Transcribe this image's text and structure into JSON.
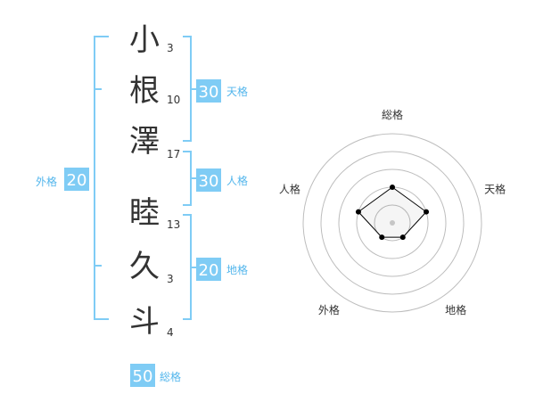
{
  "name_chars": [
    {
      "char": "小",
      "strokes": "3"
    },
    {
      "char": "根",
      "strokes": "10"
    },
    {
      "char": "澤",
      "strokes": "17"
    },
    {
      "char": "睦",
      "strokes": "13"
    },
    {
      "char": "久",
      "strokes": "3"
    },
    {
      "char": "斗",
      "strokes": "4"
    }
  ],
  "fortunes": {
    "tenkaku": {
      "value": "30",
      "label": "天格"
    },
    "jinkaku": {
      "value": "30",
      "label": "人格"
    },
    "chikaku": {
      "value": "20",
      "label": "地格"
    },
    "gaikaku": {
      "value": "20",
      "label": "外格"
    },
    "soukaku": {
      "value": "50",
      "label": "総格"
    }
  },
  "colors": {
    "accent": "#7fccf5",
    "accent_text": "#53b6ec",
    "text": "#333333"
  },
  "chart_data": {
    "type": "radar",
    "axes": [
      "総格",
      "天格",
      "地格",
      "外格",
      "人格"
    ],
    "values": [
      2,
      2,
      1,
      1,
      2
    ],
    "max": 5,
    "rings": 5
  }
}
